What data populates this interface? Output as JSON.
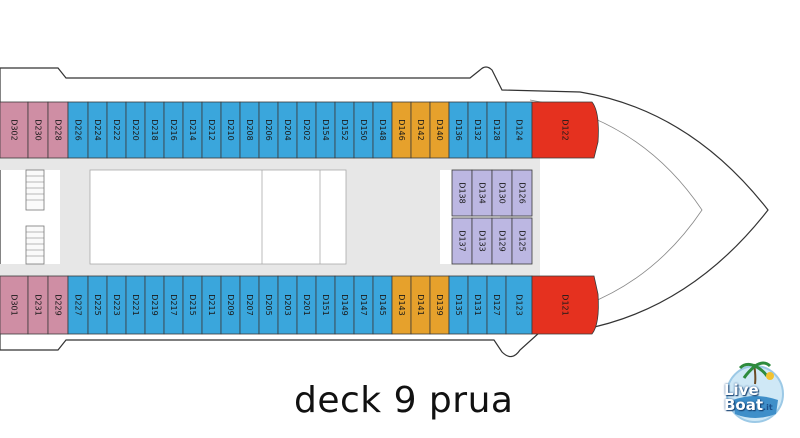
{
  "caption": "deck 9 prua",
  "logo": {
    "line1": "Live",
    "line2": "Boat",
    "suffix": ".it"
  },
  "colors": {
    "blue": "#3aa6dc",
    "orange": "#e6a12c",
    "red": "#e5311f",
    "pink": "#cf8ea4",
    "lavender": "#bcb7e2",
    "hull": "#ffffff",
    "corridor": "#e7e7e7"
  },
  "cabins": {
    "top_row": [
      {
        "id": "D302",
        "type": "pink"
      },
      {
        "id": "D230",
        "type": "pink"
      },
      {
        "id": "D228",
        "type": "pink"
      },
      {
        "id": "D226",
        "type": "blue"
      },
      {
        "id": "D224",
        "type": "blue"
      },
      {
        "id": "D222",
        "type": "blue"
      },
      {
        "id": "D220",
        "type": "blue"
      },
      {
        "id": "D218",
        "type": "blue"
      },
      {
        "id": "D216",
        "type": "blue"
      },
      {
        "id": "D214",
        "type": "blue"
      },
      {
        "id": "D212",
        "type": "blue"
      },
      {
        "id": "D210",
        "type": "blue"
      },
      {
        "id": "D208",
        "type": "blue"
      },
      {
        "id": "D206",
        "type": "blue"
      },
      {
        "id": "D204",
        "type": "blue"
      },
      {
        "id": "D202",
        "type": "blue"
      },
      {
        "id": "D154",
        "type": "blue"
      },
      {
        "id": "D152",
        "type": "blue"
      },
      {
        "id": "D150",
        "type": "blue"
      },
      {
        "id": "D148",
        "type": "blue"
      },
      {
        "id": "D146",
        "type": "orange"
      },
      {
        "id": "D142",
        "type": "orange"
      },
      {
        "id": "D140",
        "type": "orange"
      },
      {
        "id": "D136",
        "type": "blue"
      },
      {
        "id": "D132",
        "type": "blue"
      },
      {
        "id": "D128",
        "type": "blue"
      },
      {
        "id": "D124",
        "type": "blue"
      },
      {
        "id": "D122",
        "type": "red"
      }
    ],
    "bottom_row": [
      {
        "id": "D301",
        "type": "pink"
      },
      {
        "id": "D231",
        "type": "pink"
      },
      {
        "id": "D229",
        "type": "pink"
      },
      {
        "id": "D227",
        "type": "blue"
      },
      {
        "id": "D225",
        "type": "blue"
      },
      {
        "id": "D223",
        "type": "blue"
      },
      {
        "id": "D221",
        "type": "blue"
      },
      {
        "id": "D219",
        "type": "blue"
      },
      {
        "id": "D217",
        "type": "blue"
      },
      {
        "id": "D215",
        "type": "blue"
      },
      {
        "id": "D211",
        "type": "blue"
      },
      {
        "id": "D209",
        "type": "blue"
      },
      {
        "id": "D207",
        "type": "blue"
      },
      {
        "id": "D205",
        "type": "blue"
      },
      {
        "id": "D203",
        "type": "blue"
      },
      {
        "id": "D201",
        "type": "blue"
      },
      {
        "id": "D151",
        "type": "blue"
      },
      {
        "id": "D149",
        "type": "blue"
      },
      {
        "id": "D147",
        "type": "blue"
      },
      {
        "id": "D145",
        "type": "blue"
      },
      {
        "id": "D143",
        "type": "orange"
      },
      {
        "id": "D141",
        "type": "orange"
      },
      {
        "id": "D139",
        "type": "orange"
      },
      {
        "id": "D135",
        "type": "blue"
      },
      {
        "id": "D131",
        "type": "blue"
      },
      {
        "id": "D127",
        "type": "blue"
      },
      {
        "id": "D123",
        "type": "blue"
      },
      {
        "id": "D121",
        "type": "red"
      }
    ],
    "inner_top": [
      "D138",
      "D134",
      "D130",
      "D126"
    ],
    "inner_bottom": [
      "D137",
      "D133",
      "D129",
      "D125"
    ]
  }
}
